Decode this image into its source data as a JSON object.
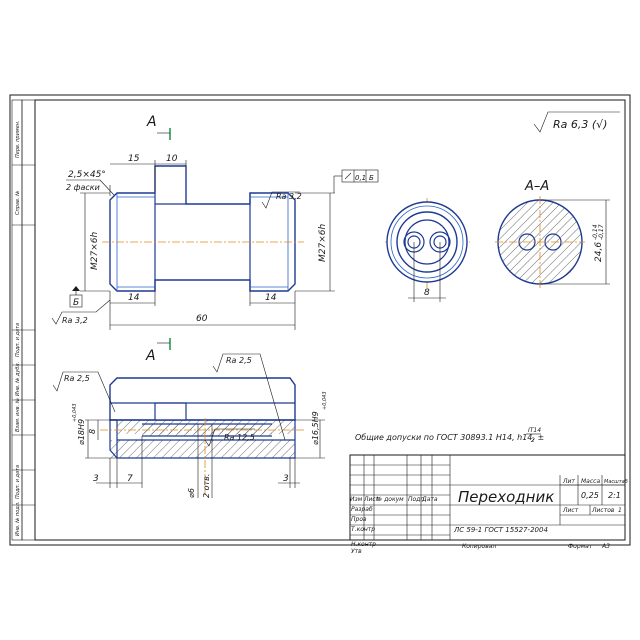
{
  "roughness_general": "Ra 6,3 (√)",
  "section_marks": {
    "top": "A",
    "bottom": "A",
    "title": "A–A"
  },
  "front_view": {
    "chamfer": "2,5×45°",
    "chamfer_note": "2 фаски",
    "dim_15": "15",
    "dim_10": "10",
    "thread_left": "M27×6h",
    "thread_right": "M27×6h",
    "roughness_right": "Ra 3,2",
    "roughness_left": "Ra 3,2",
    "datum": "Б",
    "dim_14_left": "14",
    "dim_14_right": "14",
    "dim_60": "60",
    "tolerance_value": "0,1",
    "tolerance_datum": "Б"
  },
  "section_view": {
    "diameter": "24,6",
    "diameter_tol": "-0,14",
    "diameter_tol2": "-0,17",
    "width_8": "8"
  },
  "long_section": {
    "roughness_left": "Ra 2,5",
    "roughness_right": "Ra 2,5",
    "roughness_center": "Ra 12,5",
    "bore_left": "⌀18H9",
    "bore_left_tol": "+0,043",
    "dim_8": "8",
    "bore_right": "⌀16,5H9",
    "bore_right_tol": "+0,043",
    "dim_3_left": "3",
    "dim_7": "7",
    "dim_6": "⌀6",
    "holes_note": "2 отв.",
    "dim_3_right": "3"
  },
  "general_tolerances": "Общие допуски по ГОСТ 30893.1 H14, h14, ±",
  "tolerance_fraction": {
    "num": "IT14",
    "den": "2"
  },
  "title_block": {
    "name": "Переходник",
    "material": "ЛС 59-1 ГОСТ 15527-2004",
    "lit_label": "Лит",
    "mass_label": "Масса",
    "scale_label": "Масштаб",
    "mass": "0,25",
    "scale": "2:1",
    "sheet_label": "Лист",
    "sheets_label": "Листов",
    "sheets_count": "1",
    "row_labels": [
      "Изм",
      "Лист",
      "№ докум",
      "Подп",
      "Дата"
    ],
    "role_labels": [
      "Разраб",
      "Пров",
      "Т.контр",
      "",
      "Н.контр",
      "Утв"
    ],
    "copied": "Копировал",
    "format": "Формат",
    "format_value": "А3"
  },
  "side_labels": [
    "Перв. примен.",
    "Справ. №",
    "Подп. и дата",
    "Инв. № дубл.",
    "Взам. инв. №",
    "Подп. и дата",
    "Инв. № подл."
  ]
}
